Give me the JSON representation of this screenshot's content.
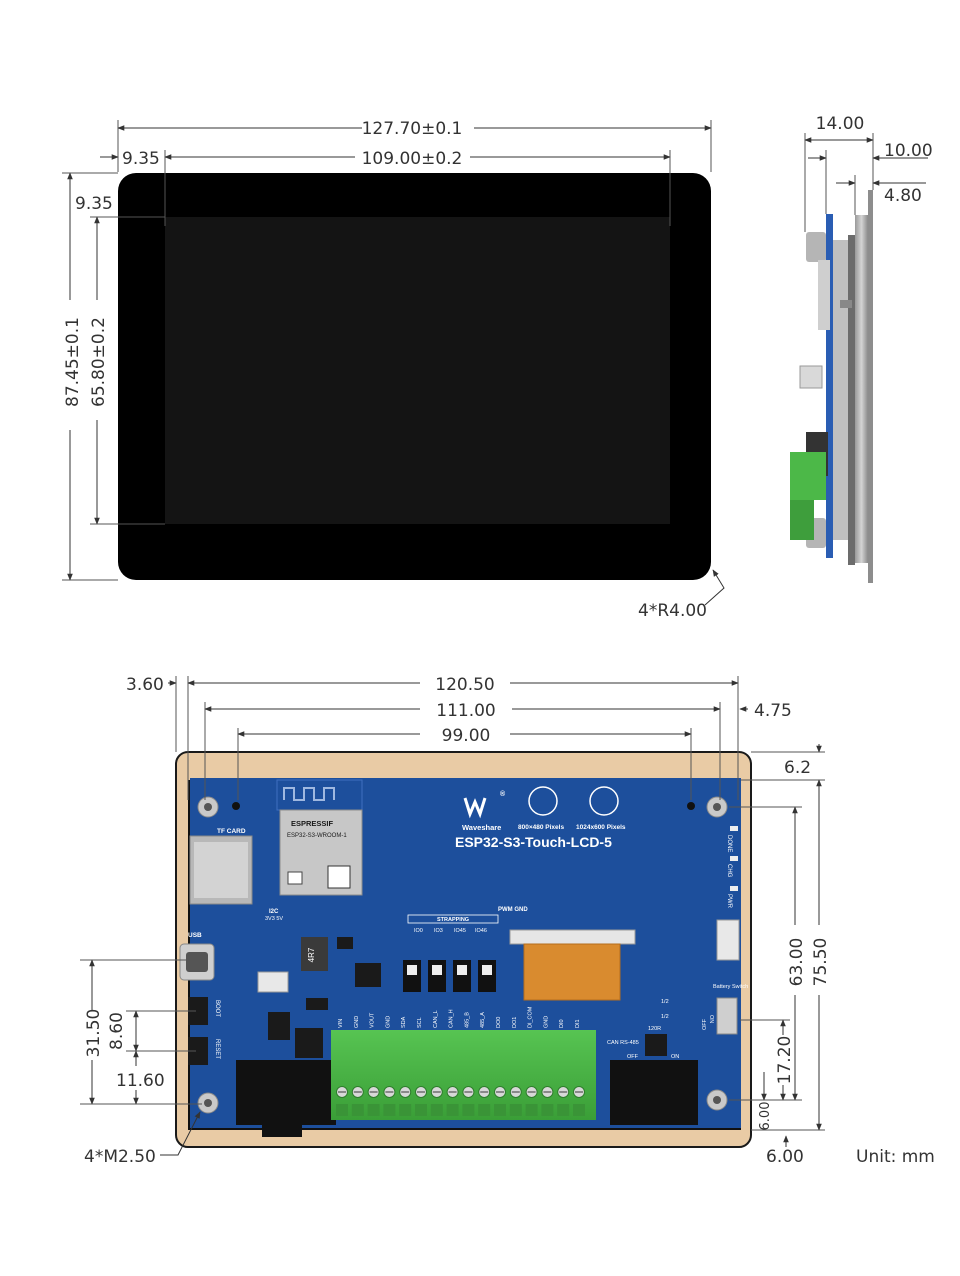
{
  "front_view": {
    "width": "127.70±0.1",
    "active_width": "109.00±0.2",
    "left_bezel": "9.35",
    "top_bezel": "9.35",
    "height": "87.45±0.1",
    "active_height": "65.80±0.2",
    "corner_radius": "4*R4.00"
  },
  "side_view": {
    "total_depth": "14.00",
    "depth_2": "10.00",
    "panel_depth": "4.80"
  },
  "back_view": {
    "left_offset": "3.60",
    "hole_spacing_x": "120.50",
    "width_2": "111.00",
    "width_3": "99.00",
    "right_offset": "4.75",
    "top_offset": "6.2",
    "height_63": "63.00",
    "height_75": "75.50",
    "height_31": "31.50",
    "height_8": "8.60",
    "height_11": "11.60",
    "height_17": "17.20",
    "bottom_offset_v": "6.00",
    "bottom_offset": "6.00",
    "mount_holes": "4*M2.50",
    "unit": "Unit: mm"
  },
  "board": {
    "brand": "Waveshare",
    "model": "ESP32-S3-Touch-LCD-5",
    "res_a": "800×480 Pixels",
    "res_b": "1024x600 Pixels",
    "module_brand": "ESPRESSIF",
    "module_name": "ESP32-S3-WROOM-1",
    "tf_card": "TF CARD",
    "usb": "USB",
    "boot": "BOOT",
    "reset": "RESET",
    "i2c": "I2C",
    "i2c_pins": "3V3 5V",
    "strapping": "STRAPPING",
    "strap_pins": [
      "IO0",
      "IO3",
      "IO45",
      "IO46"
    ],
    "pwm_gnd": "PWM GND",
    "battery_switch": "Battery Switch",
    "on": "ON",
    "off": "OFF",
    "can_rs485": "CAN RS-485",
    "r120": "120R",
    "led_labels": [
      "DONE",
      "CHG",
      "PWR"
    ],
    "terminal_labels": [
      "VIN",
      "GND",
      "VOUT",
      "GND",
      "SDA",
      "SCL",
      "CAN_L",
      "CAN_H",
      "485_B",
      "485_A",
      "DO0",
      "DO1",
      "DI_COM",
      "GND",
      "DI0",
      "DI1"
    ],
    "inductor": "4R7",
    "resistor_a": "1/2",
    "resistor_b": "1/2"
  },
  "colors": {
    "pcb": "#1d4f9c",
    "bezel": "#000000",
    "frame": "#e9cba5",
    "terminal": "#4cb848",
    "fpc": "#d98b2f"
  }
}
